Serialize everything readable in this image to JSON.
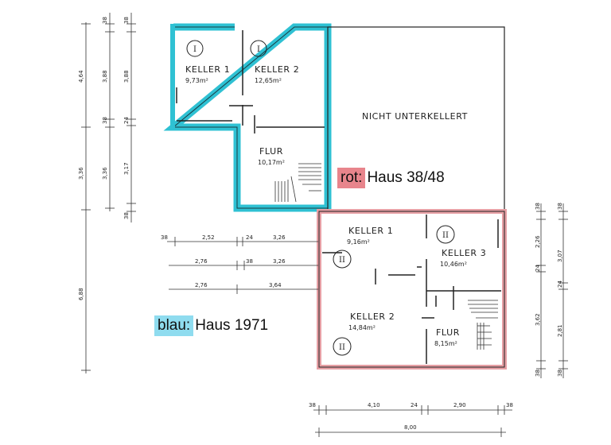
{
  "colors": {
    "rot": "#e8858c",
    "blau": "#2fc1d3",
    "line": "#222222",
    "blue_line": "#26b8cc",
    "red_line": "#e7a0a5"
  },
  "legend": {
    "rot_key": "rot:",
    "rot_value": "Haus 38/48",
    "blau_key": "blau:",
    "blau_value": "Haus 1971"
  },
  "rooms": {
    "upper_keller1": {
      "roman": "I",
      "name": "KELLER 1",
      "area": "9,73m²"
    },
    "upper_keller2": {
      "roman": "I",
      "name": "KELLER 2",
      "area": "12,65m²"
    },
    "upper_flur": {
      "name": "FLUR",
      "area": "10,17m²"
    },
    "nicht": "NICHT UNTERKELLERT",
    "lower_keller1": {
      "roman": "II",
      "name": "KELLER 1",
      "area": "9,16m²"
    },
    "lower_keller3": {
      "roman": "II",
      "name": "KELLER 3",
      "area": "10,46m²"
    },
    "lower_keller2": {
      "roman": "II",
      "name": "KELLER 2",
      "area": "14,84m²"
    },
    "lower_flur": {
      "name": "FLUR",
      "area": "8,15m²"
    },
    "lower_roman3": "II"
  },
  "dims": {
    "left1": [
      "4,64",
      "3,36",
      "6,88"
    ],
    "left2": [
      "38",
      "3,88",
      "38",
      "3,36"
    ],
    "left3": [
      "38",
      "3,88",
      "24",
      "3,17",
      "38"
    ],
    "right1": [
      "38",
      "2,26",
      "24",
      "3,62",
      "38"
    ],
    "right2": [
      "38",
      "3,07",
      "24",
      "2,81",
      "38"
    ],
    "mid_row1": [
      "38",
      "2,52",
      "24",
      "3,26"
    ],
    "mid_row2": [
      "2,76",
      "38",
      "3,26"
    ],
    "mid_row3": [
      "2,76",
      "3,64"
    ],
    "bottom1": [
      "38",
      "4,10",
      "24",
      "2,90",
      "38"
    ],
    "bottom2": [
      "8,00"
    ]
  }
}
